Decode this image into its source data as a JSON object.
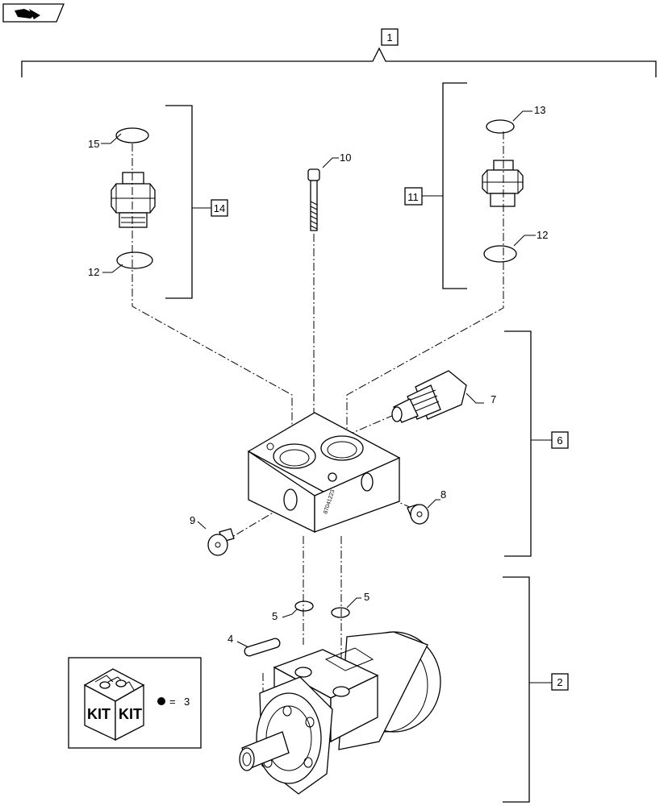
{
  "nav_icon": "page-navigation-icon",
  "callouts": {
    "c1": "1",
    "c2": "2",
    "c3": "3",
    "c4": "4",
    "c5a": "5",
    "c5b": "5",
    "c6": "6",
    "c7": "7",
    "c8": "8",
    "c9": "9",
    "c10": "10",
    "c11": "11",
    "c12a": "12",
    "c12b": "12",
    "c13": "13",
    "c14": "14",
    "c15": "15"
  },
  "kit_box": {
    "word_left": "KIT",
    "word_right": "KIT",
    "equals": "=",
    "number": "3"
  },
  "block_marking": "87041223"
}
